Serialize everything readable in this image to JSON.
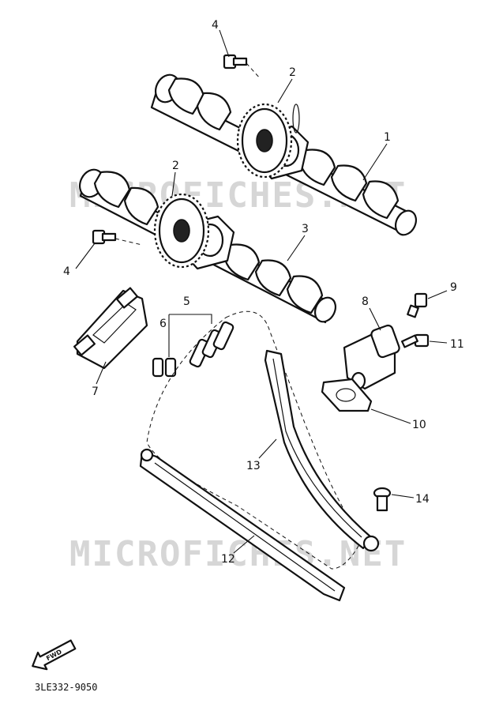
{
  "watermark": {
    "text": "MICROFICHES.NET"
  },
  "callouts": [
    {
      "number": "1"
    },
    {
      "number": "2"
    },
    {
      "number": "2"
    },
    {
      "number": "3"
    },
    {
      "number": "4"
    },
    {
      "number": "4"
    },
    {
      "number": "5"
    },
    {
      "number": "6"
    },
    {
      "number": "7"
    },
    {
      "number": "8"
    },
    {
      "number": "9"
    },
    {
      "number": "10"
    },
    {
      "number": "11"
    },
    {
      "number": "12"
    },
    {
      "number": "13"
    },
    {
      "number": "14"
    }
  ],
  "forward_marker": {
    "label": "FWD",
    "icon": "forward-arrow-icon"
  },
  "diagram_code": "3LE332-9050"
}
